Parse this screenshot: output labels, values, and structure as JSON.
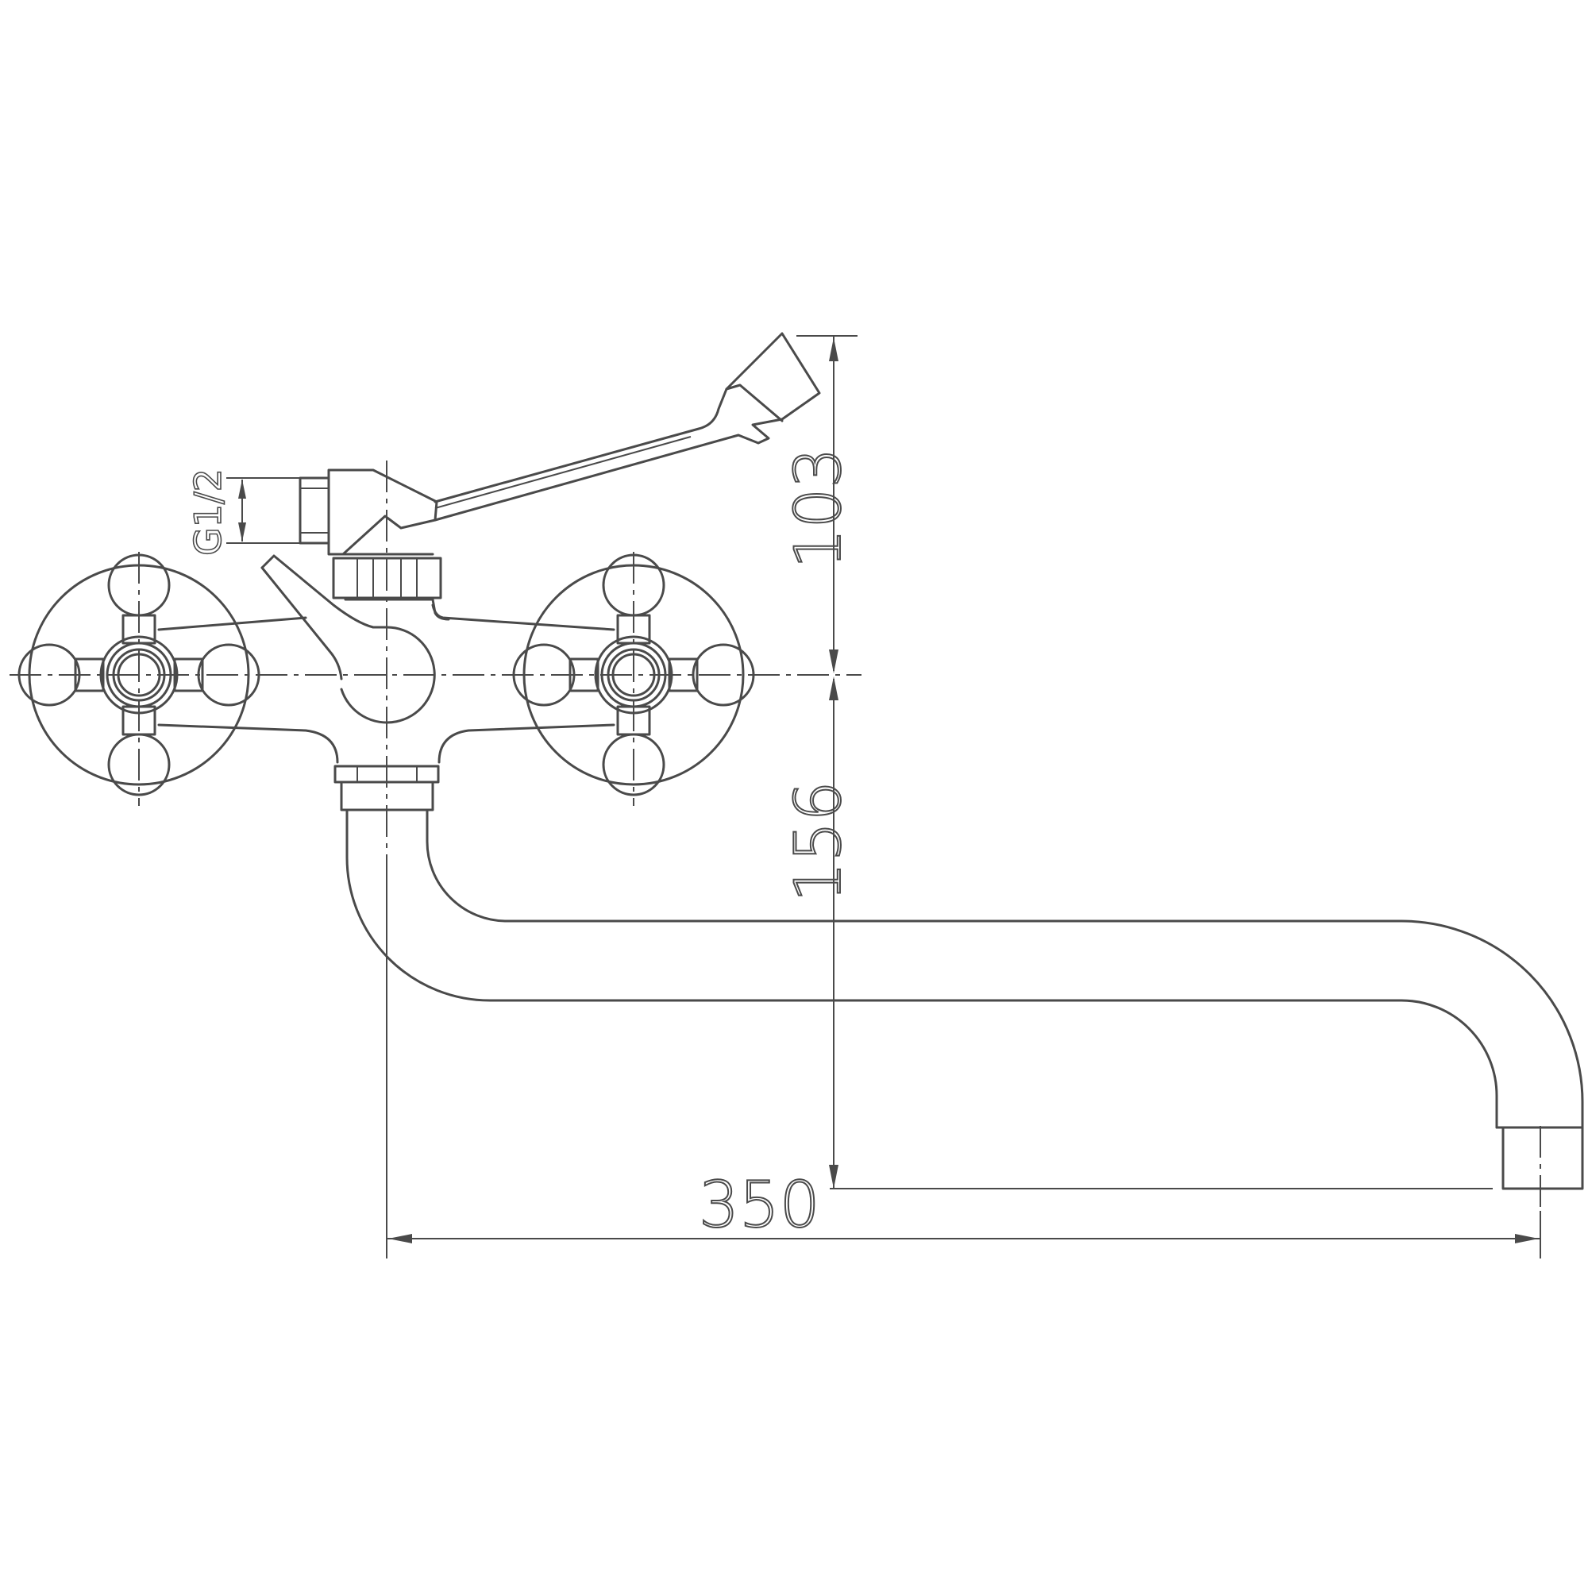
{
  "drawing": {
    "colors": {
      "line": "#4a4a4a",
      "background": "#ffffff"
    },
    "dimensions": {
      "thread": "G1/2",
      "upper_height": "103",
      "lower_height": "156",
      "reach": "350"
    }
  }
}
